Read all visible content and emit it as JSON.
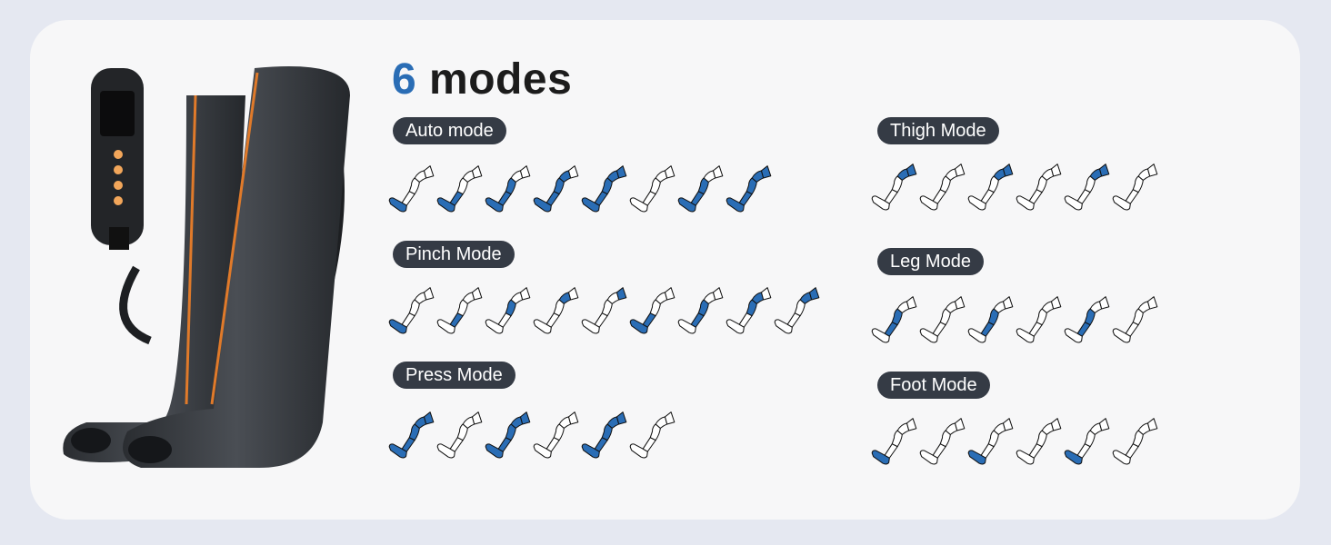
{
  "title": {
    "number": "6",
    "text": "modes"
  },
  "colors": {
    "accent": "#2a6db5",
    "pill": "#353b45",
    "outline": "#111111"
  },
  "segments_legend": [
    "foot",
    "calf",
    "knee",
    "lower-thigh",
    "upper-thigh"
  ],
  "modes": [
    {
      "label": "Auto mode",
      "steps": [
        [
          1,
          0,
          0,
          0,
          0
        ],
        [
          1,
          1,
          0,
          0,
          0
        ],
        [
          1,
          1,
          1,
          0,
          0
        ],
        [
          1,
          1,
          1,
          1,
          0
        ],
        [
          1,
          1,
          1,
          1,
          1
        ],
        [
          0,
          0,
          0,
          0,
          0
        ],
        [
          1,
          1,
          1,
          0,
          0
        ],
        [
          1,
          1,
          1,
          1,
          1
        ]
      ]
    },
    {
      "label": "Pinch Mode",
      "steps": [
        [
          1,
          0,
          0,
          0,
          0
        ],
        [
          0,
          1,
          0,
          0,
          0
        ],
        [
          0,
          0,
          1,
          0,
          0
        ],
        [
          0,
          0,
          0,
          1,
          0
        ],
        [
          0,
          0,
          0,
          0,
          1
        ],
        [
          1,
          1,
          0,
          0,
          0
        ],
        [
          0,
          1,
          1,
          0,
          0
        ],
        [
          0,
          0,
          1,
          1,
          0
        ],
        [
          0,
          0,
          0,
          1,
          1
        ]
      ]
    },
    {
      "label": "Press Mode",
      "steps": [
        [
          1,
          1,
          1,
          1,
          1
        ],
        [
          0,
          0,
          0,
          0,
          0
        ],
        [
          1,
          1,
          1,
          1,
          1
        ],
        [
          0,
          0,
          0,
          0,
          0
        ],
        [
          1,
          1,
          1,
          1,
          1
        ],
        [
          0,
          0,
          0,
          0,
          0
        ]
      ]
    },
    {
      "label": "Thigh Mode",
      "steps": [
        [
          0,
          0,
          0,
          1,
          1
        ],
        [
          0,
          0,
          0,
          0,
          0
        ],
        [
          0,
          0,
          0,
          1,
          1
        ],
        [
          0,
          0,
          0,
          0,
          0
        ],
        [
          0,
          0,
          0,
          1,
          1
        ],
        [
          0,
          0,
          0,
          0,
          0
        ]
      ]
    },
    {
      "label": "Leg Mode",
      "steps": [
        [
          0,
          1,
          1,
          0,
          0
        ],
        [
          0,
          0,
          0,
          0,
          0
        ],
        [
          0,
          1,
          1,
          0,
          0
        ],
        [
          0,
          0,
          0,
          0,
          0
        ],
        [
          0,
          1,
          1,
          0,
          0
        ],
        [
          0,
          0,
          0,
          0,
          0
        ]
      ]
    },
    {
      "label": "Foot Mode",
      "steps": [
        [
          1,
          0,
          0,
          0,
          0
        ],
        [
          0,
          0,
          0,
          0,
          0
        ],
        [
          1,
          0,
          0,
          0,
          0
        ],
        [
          0,
          0,
          0,
          0,
          0
        ],
        [
          1,
          0,
          0,
          0,
          0
        ],
        [
          0,
          0,
          0,
          0,
          0
        ]
      ]
    }
  ]
}
